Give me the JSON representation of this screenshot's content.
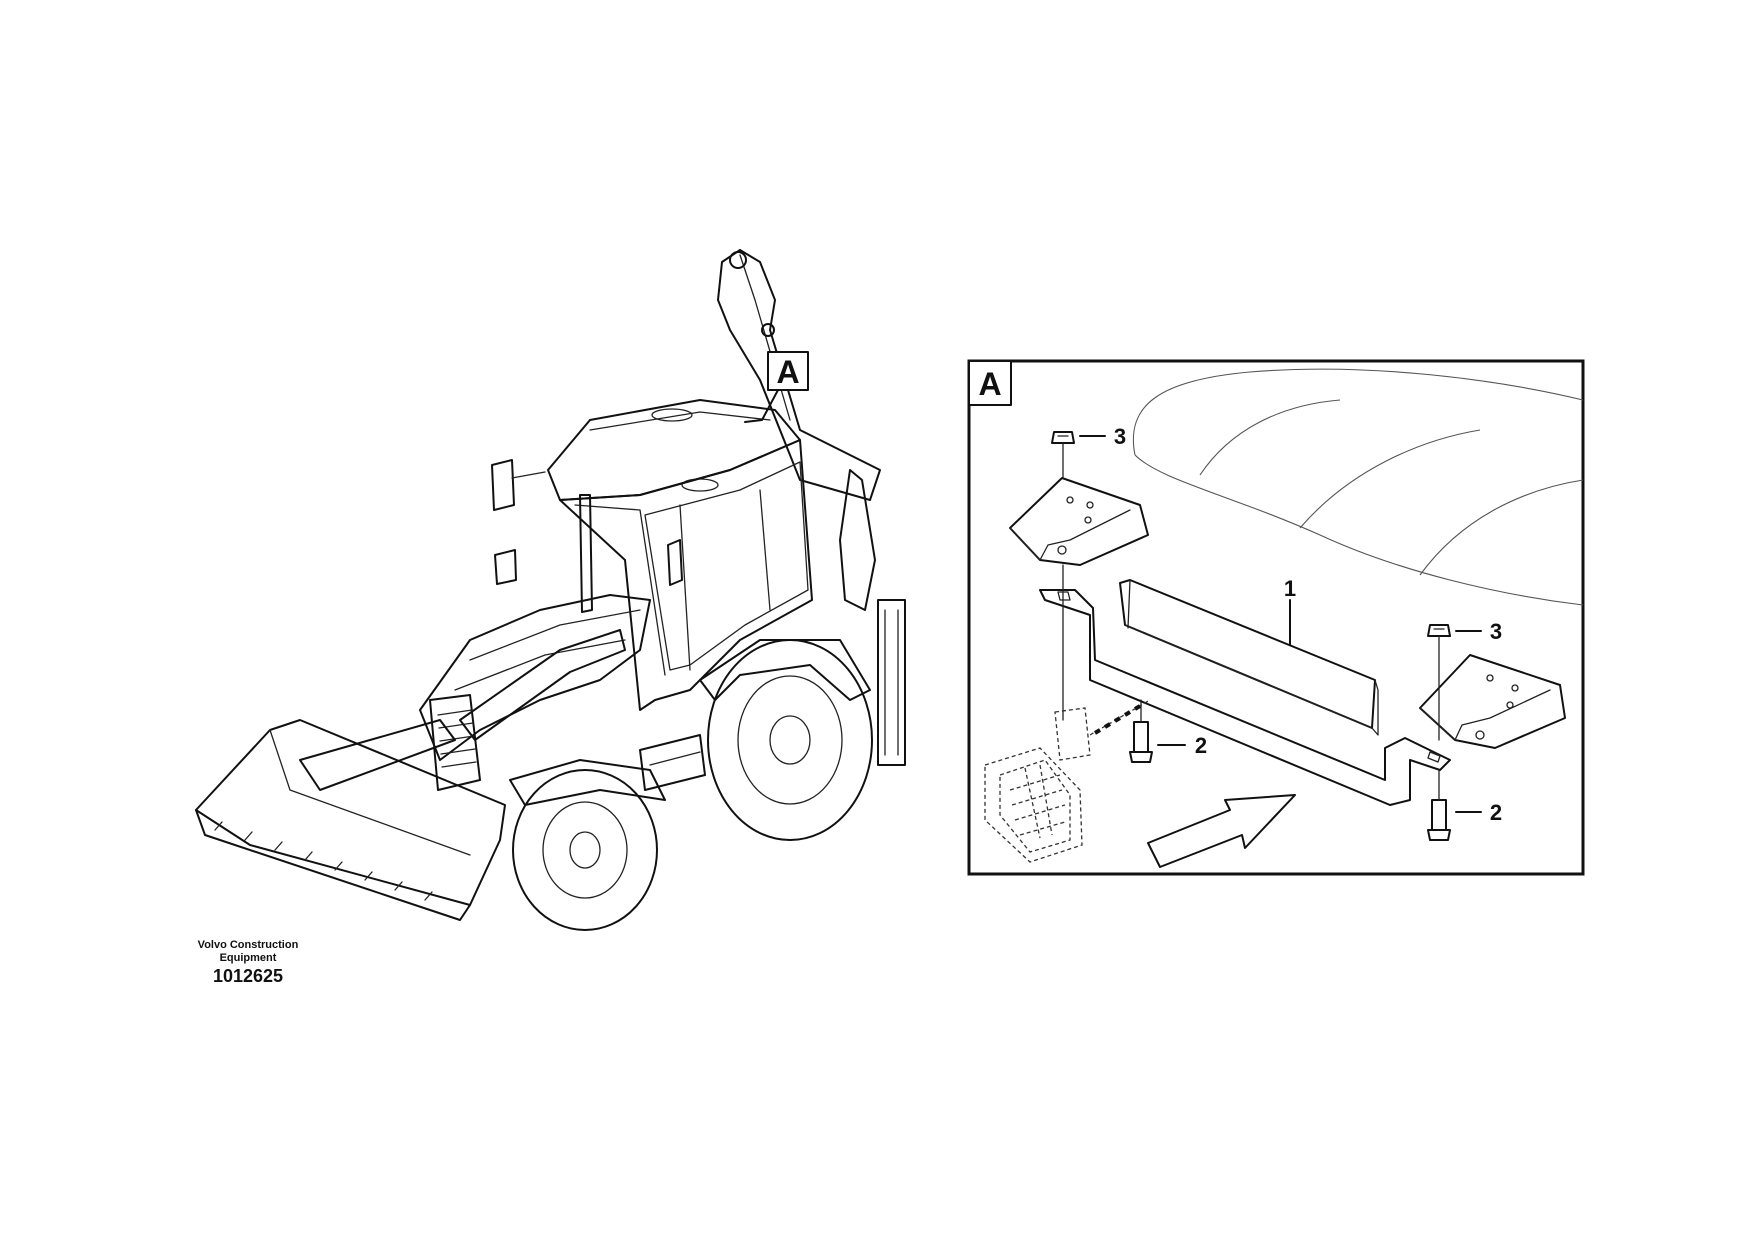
{
  "callout": {
    "view_letter": "A"
  },
  "detail": {
    "view_letter": "A",
    "items": [
      {
        "num": "1"
      },
      {
        "num": "2"
      },
      {
        "num": "2"
      },
      {
        "num": "3"
      },
      {
        "num": "3"
      }
    ]
  },
  "footer": {
    "brand_line1": "Volvo Construction",
    "brand_line2": "Equipment",
    "drawing_number": "1012625"
  }
}
